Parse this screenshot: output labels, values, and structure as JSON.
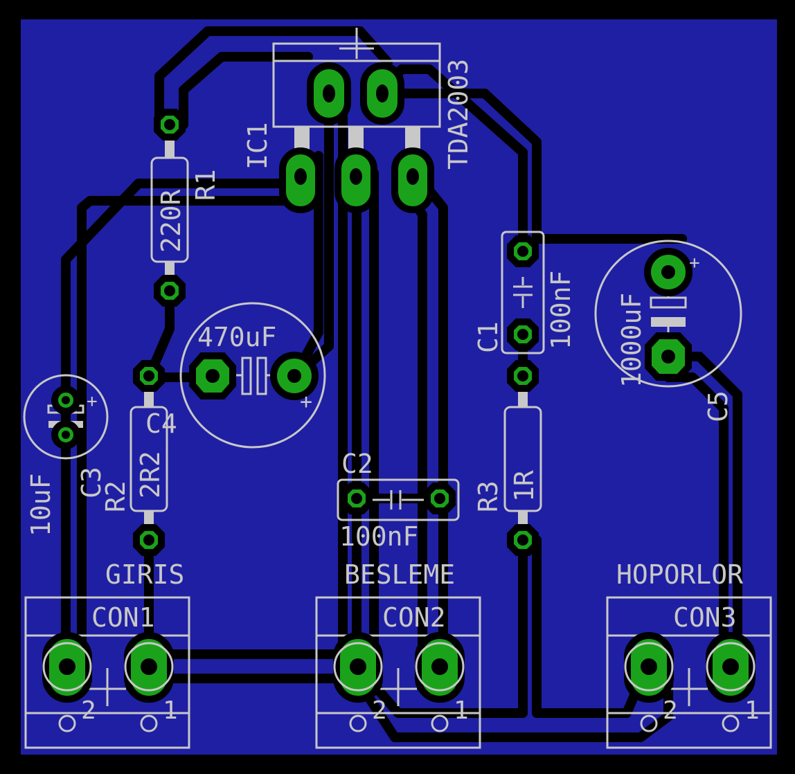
{
  "board": {
    "background": "#000000",
    "copper_fill": "#1f1fa3",
    "pad_color": "#1aa31a",
    "silkscreen": "#c8c8c8",
    "trace_color": "#000000"
  },
  "components": {
    "ic1": {
      "name": "IC1",
      "value": "TDA2003"
    },
    "r1": {
      "name": "R1",
      "value": "220R"
    },
    "r2": {
      "name": "R2",
      "value": "2R2"
    },
    "r3": {
      "name": "R3",
      "value": "1R"
    },
    "c1": {
      "name": "C1",
      "value": "100nF"
    },
    "c2": {
      "name": "C2",
      "value": "100nF"
    },
    "c3": {
      "name": "C3",
      "value": "10uF"
    },
    "c4": {
      "name": "C4",
      "value": "470uF"
    },
    "c5": {
      "name": "C5",
      "value": "1000uF"
    },
    "con1": {
      "name": "CON1",
      "label": "GIRIS",
      "pin2": "2",
      "pin1": "1"
    },
    "con2": {
      "name": "CON2",
      "label": "BESLEME",
      "pin2": "2",
      "pin1": "1"
    },
    "con3": {
      "name": "CON3",
      "label": "HOPORLOR",
      "pin2": "2",
      "pin1": "1"
    }
  },
  "polarity_mark": "+"
}
